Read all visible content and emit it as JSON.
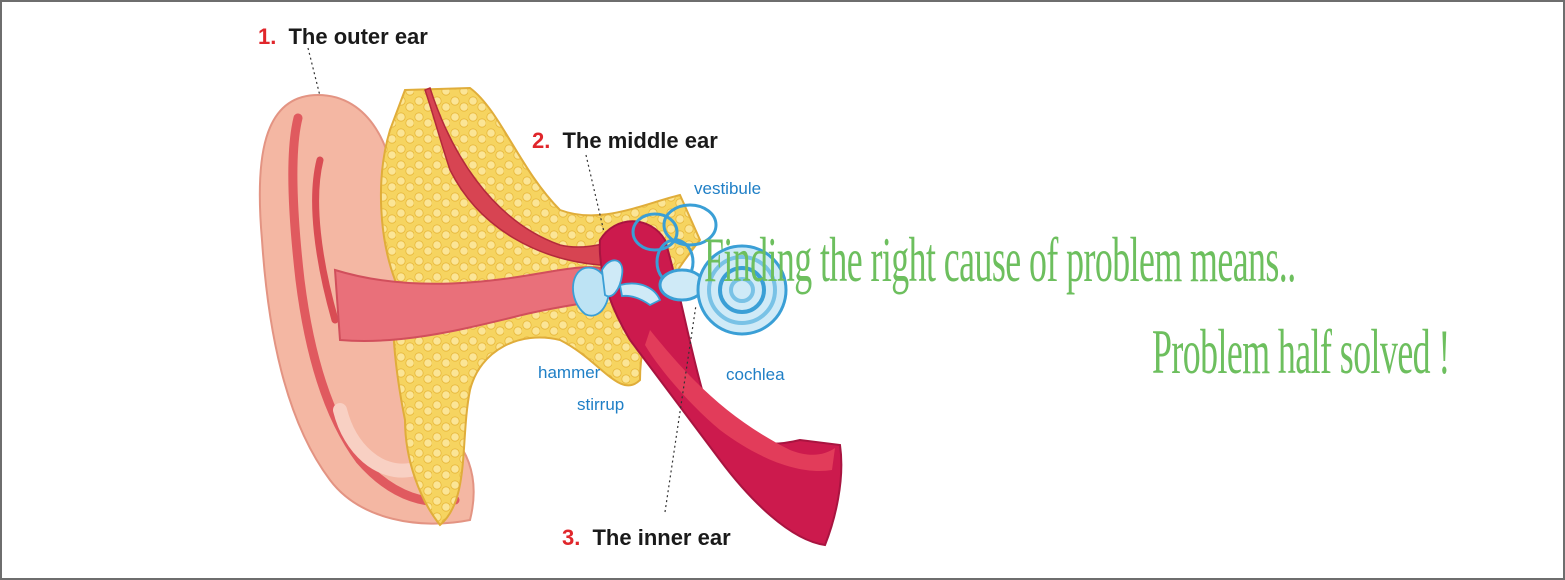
{
  "labels": {
    "outer": {
      "num": "1.",
      "text": "The outer ear"
    },
    "middle": {
      "num": "2.",
      "text": "The middle ear"
    },
    "inner": {
      "num": "3.",
      "text": "The inner ear"
    },
    "vestibule": "vestibule",
    "hammer": "hammer",
    "stirrup": "stirrup",
    "cochlea": "cochlea"
  },
  "tagline": {
    "line1": "Finding the right cause of problem means..",
    "line2": "Problem half solved !"
  },
  "colors": {
    "number_red": "#e0262b",
    "label_blue": "#1f7fc6",
    "tagline_green": "#6dbf5e",
    "frame_border": "#6e6e6e"
  }
}
